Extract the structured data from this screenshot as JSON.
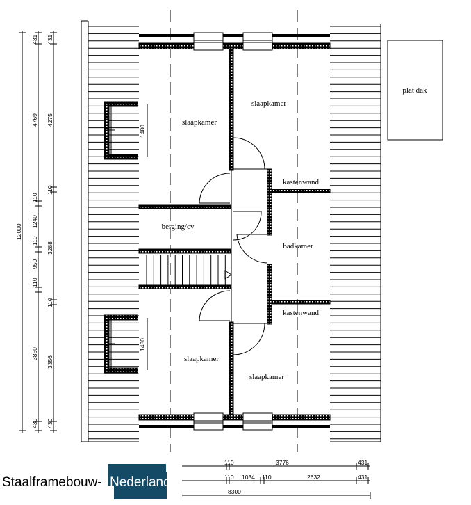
{
  "rooms": {
    "bedroom_top_left": "slaapkamer",
    "bedroom_top_right": "slaapkamer",
    "flat_roof": "plat dak",
    "wardrobe_top": "kastenwand",
    "storage": "berging/cv",
    "bathroom": "badkamer",
    "wardrobe_bottom": "kastenwand",
    "bedroom_bottom_left": "slaapkamer",
    "bedroom_bottom_right": "slaapkamer"
  },
  "dormer_widths": [
    "1480",
    "1480"
  ],
  "dimensions_left": {
    "total": "12000",
    "col2": [
      "431",
      "4769",
      "110",
      "1240",
      "110",
      "950",
      "110",
      "3850",
      "430"
    ],
    "col3": [
      "431",
      "4275",
      "110",
      "3288",
      "110",
      "3356",
      "430"
    ]
  },
  "dimensions_bottom": {
    "row1": [
      "110",
      "3776",
      "431"
    ],
    "row2": [
      "110",
      "1034",
      "110",
      "2632",
      "431"
    ],
    "row3": [
      "8300"
    ]
  },
  "logo": {
    "part1": "Staalframebouw-",
    "part2": "Nederland",
    "color": "#144a66"
  }
}
